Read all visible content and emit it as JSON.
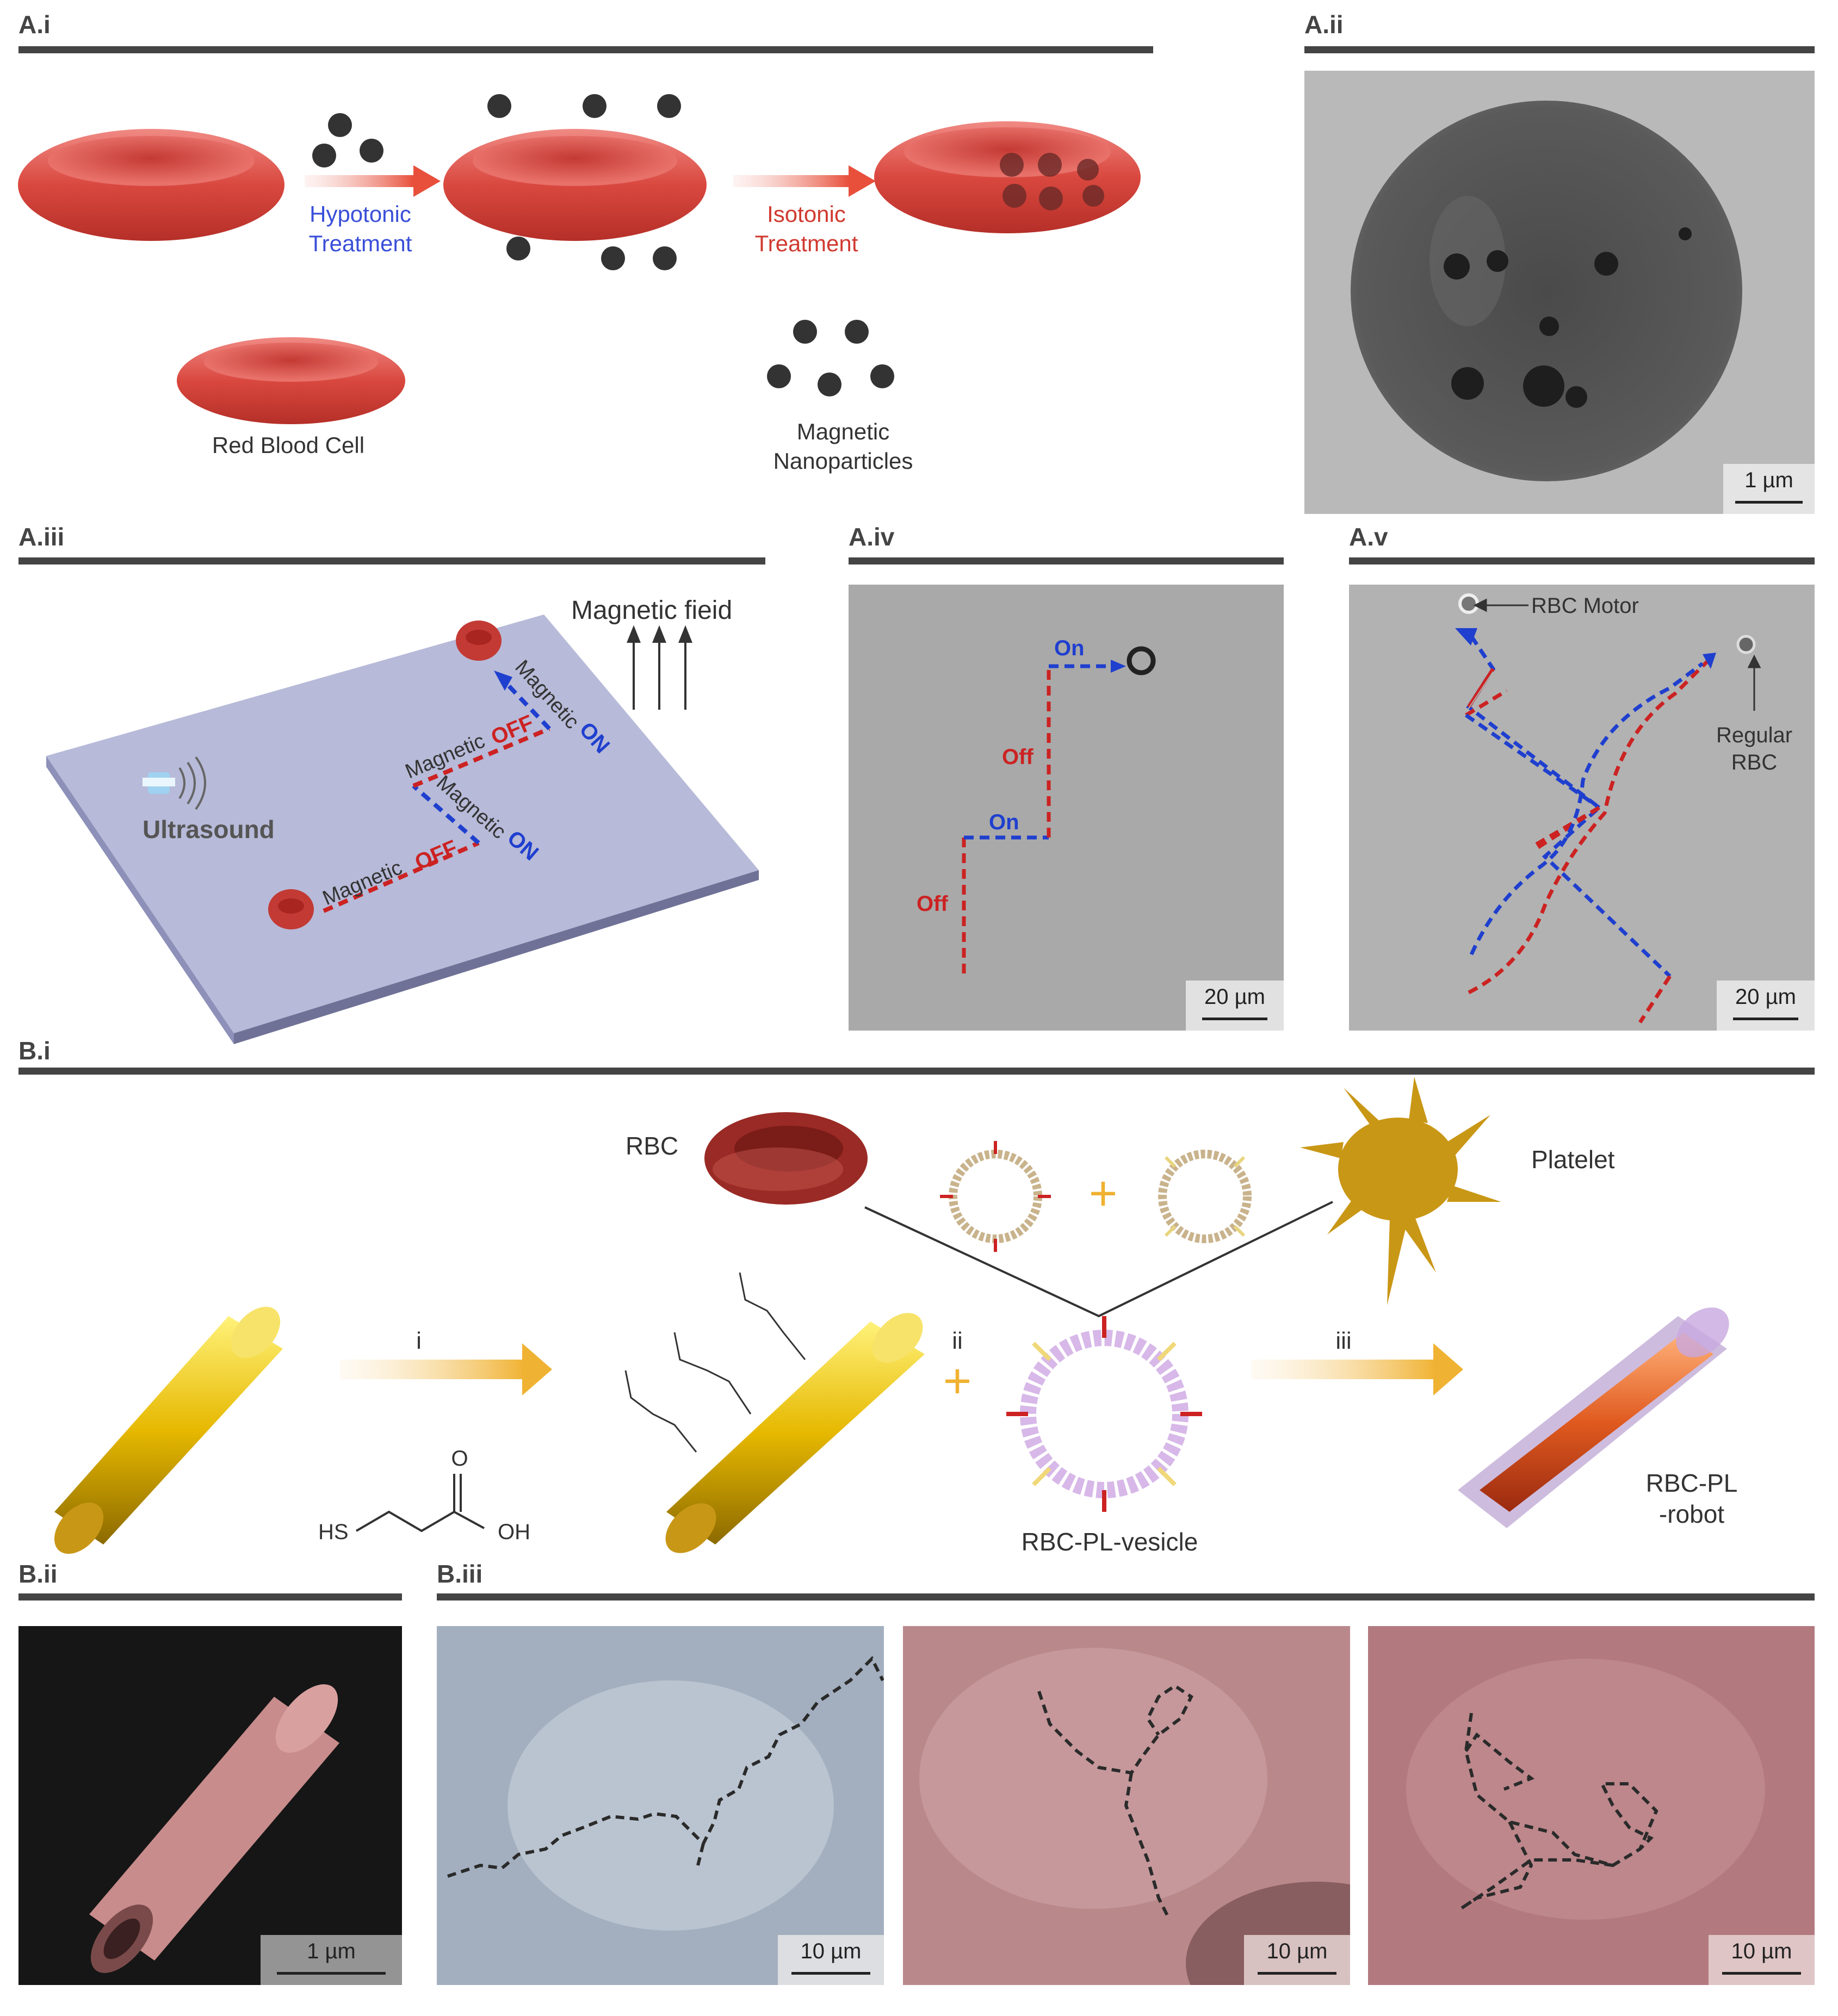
{
  "panels": {
    "a_i": "A.i",
    "a_ii": "A.ii",
    "a_iii": "A.iii",
    "a_iv": "A.iv",
    "a_v": "A.v",
    "b_i": "B.i",
    "b_ii": "B.ii",
    "b_iii": "B.iii"
  },
  "a_i": {
    "hypotonic_line1": "Hypotonic",
    "hypotonic_line2": "Treatment",
    "isotonic_line1": "Isotonic",
    "isotonic_line2": "Treatment",
    "rbc_label": "Red Blood Cell",
    "np_line1": "Magnetic",
    "np_line2": "Nanoparticles"
  },
  "a_ii": {
    "scale": "1 µm"
  },
  "a_iii": {
    "field_label": "Magnetic fieid",
    "ultrasound": "Ultrasound",
    "seg1_word": "Magnetic",
    "seg1_state": "OFF",
    "seg2_word": "Magnetic",
    "seg2_state": "ON",
    "seg3_word": "Magnetic",
    "seg3_state": "OFF",
    "seg4_word": "Magnetic",
    "seg4_state": "ON"
  },
  "a_iv": {
    "off1": "Off",
    "on1": "On",
    "off2": "Off",
    "on2": "On",
    "scale": "20 µm"
  },
  "a_v": {
    "motor": "RBC Motor",
    "regular_line1": "Regular",
    "regular_line2": "RBC",
    "scale": "20 µm"
  },
  "b_i": {
    "rbc": "RBC",
    "platelet": "Platelet",
    "step_i": "i",
    "step_ii": "ii",
    "step_iii": "iii",
    "plus": "+",
    "vesicle": "RBC-PL-vesicle",
    "robot_line1": "RBC-PL",
    "robot_line2": "-robot",
    "chem_hs": "HS",
    "chem_oh": "OH",
    "chem_o": "O"
  },
  "b_ii": {
    "scale": "1 µm"
  },
  "b_iii": {
    "scale1": "10 µm",
    "scale2": "10 µm",
    "scale3": "10 µm"
  },
  "colors": {
    "rbc": "#d9534f",
    "off": "#cc2222",
    "on": "#1f3fcf",
    "gold": "#e6b800",
    "nanoparticle": "#333333"
  }
}
